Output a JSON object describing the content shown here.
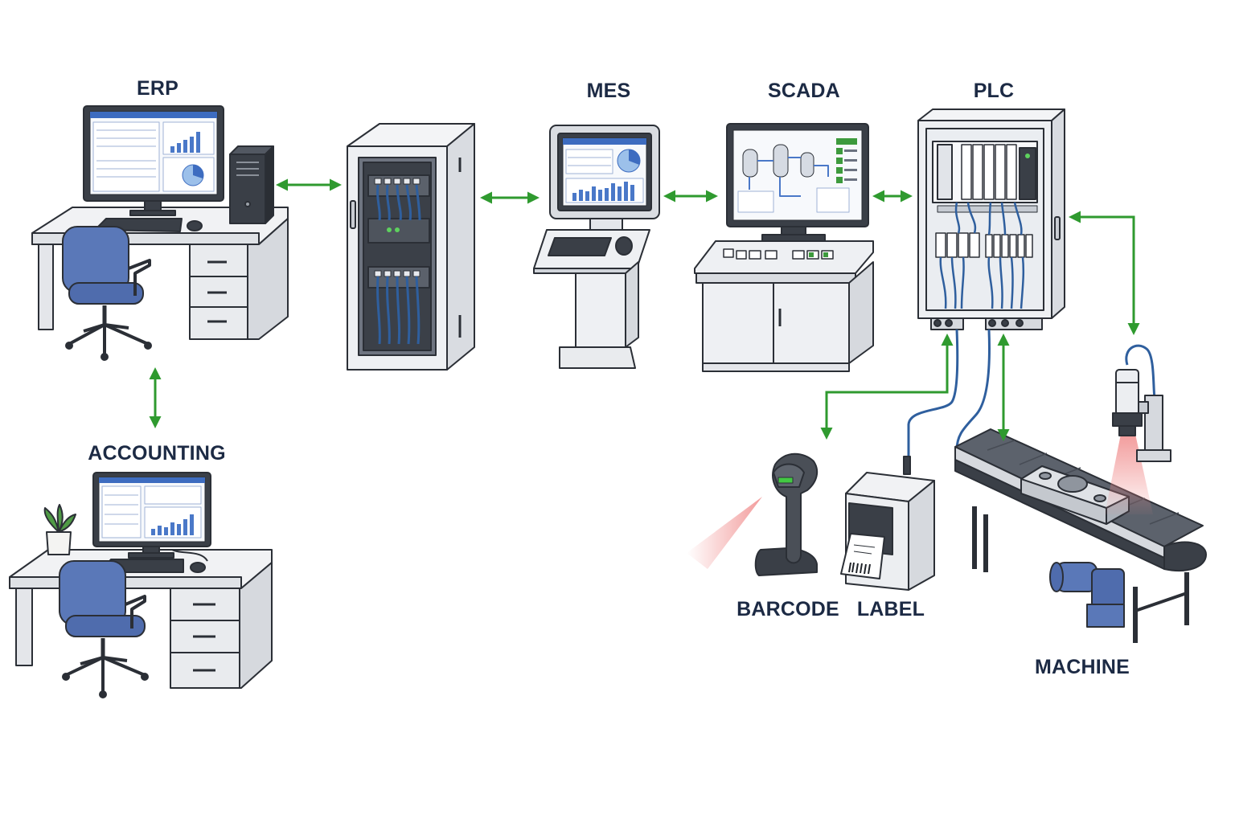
{
  "labels": {
    "erp": "ERP",
    "accounting": "ACCOUNTING",
    "mes": "MES",
    "scada": "SCADA",
    "plc": "PLC",
    "barcode": "BARCODE",
    "label": "LABEL",
    "machine": "MACHINE"
  },
  "colors": {
    "connector_arrow": "#2f9a2f",
    "cable": "#2f5f9e",
    "chair": "#5a78b8",
    "outline": "#2b2f36",
    "cabinet": "#eef0f3",
    "label_text": "#1c2a44",
    "laser": "#f08a8a"
  },
  "icons": {
    "erp": "desktop-workstation-icon",
    "accounting": "desktop-workstation-icon",
    "network": "network-rack-icon",
    "mes": "hmi-kiosk-icon",
    "scada": "scada-console-icon",
    "plc": "plc-control-cabinet-icon",
    "barcode": "barcode-scanner-icon",
    "label": "label-printer-icon",
    "machine": "conveyor-machine-icon",
    "vision": "vision-camera-icon"
  }
}
